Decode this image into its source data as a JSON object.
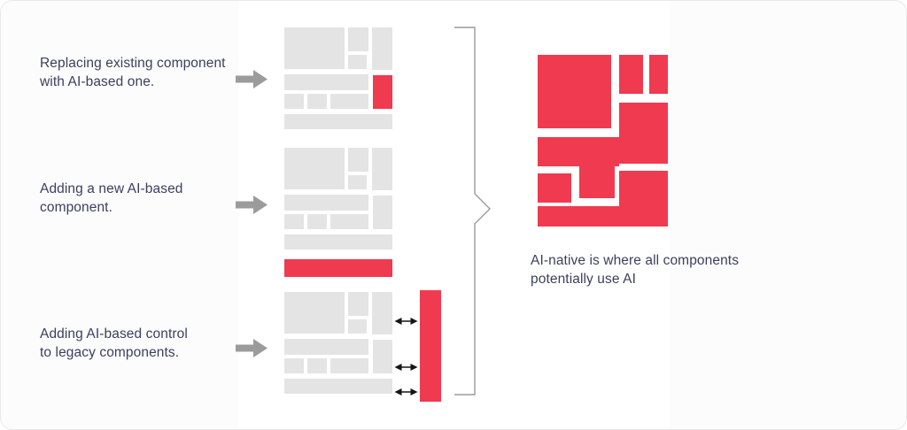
{
  "annotations": [
    {
      "line1": "Replacing existing component",
      "line2": "with AI-based one."
    },
    {
      "line1": "Adding a new AI-based",
      "line2": "component."
    },
    {
      "line1": "Adding AI-based control",
      "line2": "to legacy components."
    }
  ],
  "caption": {
    "line1": "AI-native is where all components",
    "line2": "potentially use AI"
  },
  "icons": {
    "forward_arrow": "right-arrow-icon",
    "double_arrow": "double-arrow-icon",
    "brace": "brace-icon"
  },
  "colors": {
    "accent_red": "#ef3a50",
    "block_gray": "#e4e4e4",
    "text_navy": "#3a3f5e",
    "arrow_gray": "#9b9b9b",
    "bracket_gray": "#9a9a9a",
    "panel_white": "#ffffff",
    "card_background": "#fcfcfc"
  }
}
